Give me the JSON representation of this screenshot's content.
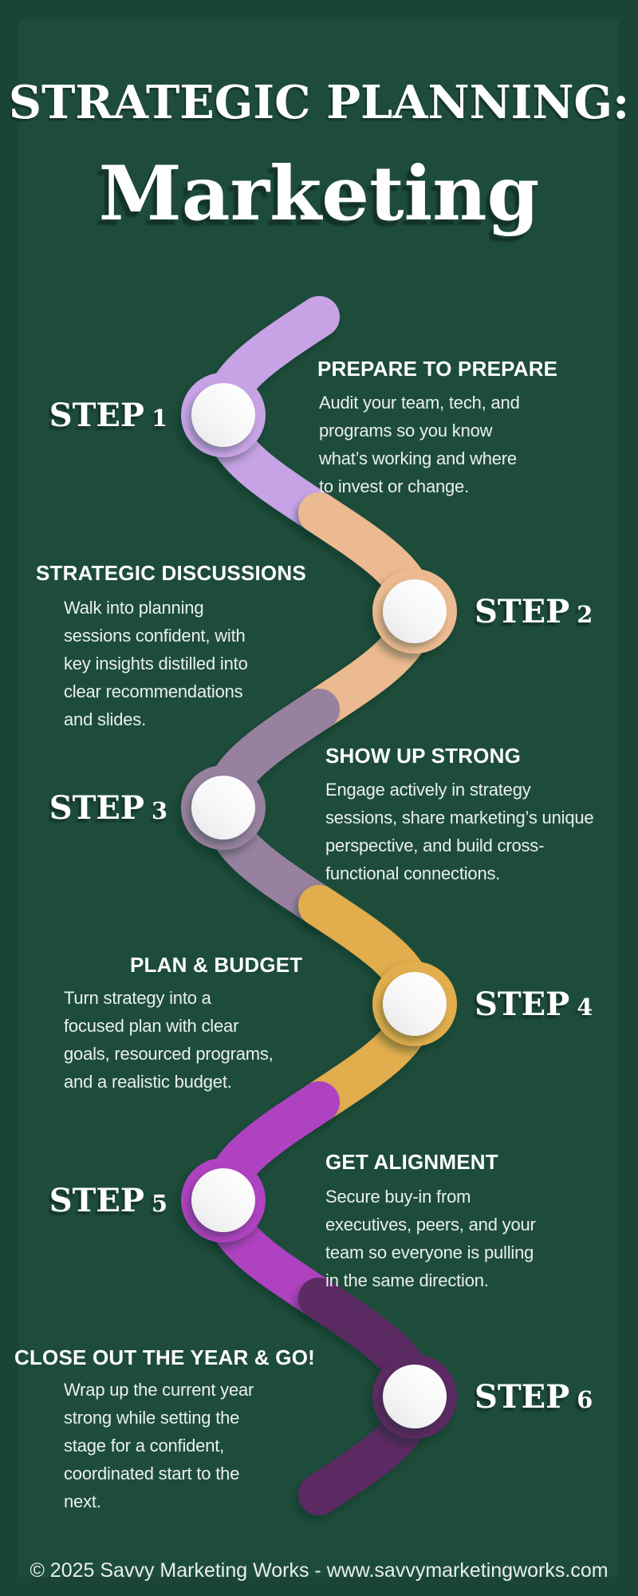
{
  "page": {
    "background": "#1e4c3b",
    "title_top": "STRATEGIC PLANNING:",
    "title_main": "Marketing",
    "footer": "© 2025 Savvy Marketing Works - www.savvymarketingworks.com"
  },
  "steps": [
    {
      "label_word": "STEP",
      "label_num": "1",
      "circle_side": "left",
      "color": "#c7a3e6",
      "heading": "PREPARE TO PREPARE",
      "body": "Audit your team, tech, and\nprograms so you know\nwhat’s working and where\nto invest or change."
    },
    {
      "label_word": "STEP",
      "label_num": "2",
      "circle_side": "right",
      "color": "#ecba90",
      "heading": "STRATEGIC DISCUSSIONS",
      "body": "Walk into planning\nsessions confident, with\nkey insights distilled into\nclear recommendations\nand slides."
    },
    {
      "label_word": "STEP",
      "label_num": "3",
      "circle_side": "left",
      "color": "#97819e",
      "heading": "SHOW UP STRONG",
      "body": "Engage actively in strategy\nsessions, share marketing’s unique\nperspective, and build cross-\nfunctional connections."
    },
    {
      "label_word": "STEP",
      "label_num": "4",
      "circle_side": "right",
      "color": "#e1ad4d",
      "heading": "PLAN & BUDGET",
      "body": "Turn strategy into a\nfocused plan with clear\ngoals, resourced programs,\nand a realistic budget."
    },
    {
      "label_word": "STEP",
      "label_num": "5",
      "circle_side": "left",
      "color": "#ae42c0",
      "heading": "GET ALIGNMENT",
      "body": "Secure buy-in from\nexecutives, peers, and your\nteam so everyone is pulling\nin the same direction."
    },
    {
      "label_word": "STEP",
      "label_num": "6",
      "circle_side": "right",
      "color": "#5b2a64",
      "heading": "CLOSE OUT THE YEAR & GO!",
      "body": "Wrap up the current year\nstrong while setting the\nstage for a confident,\ncoordinated start to the\nnext."
    }
  ]
}
